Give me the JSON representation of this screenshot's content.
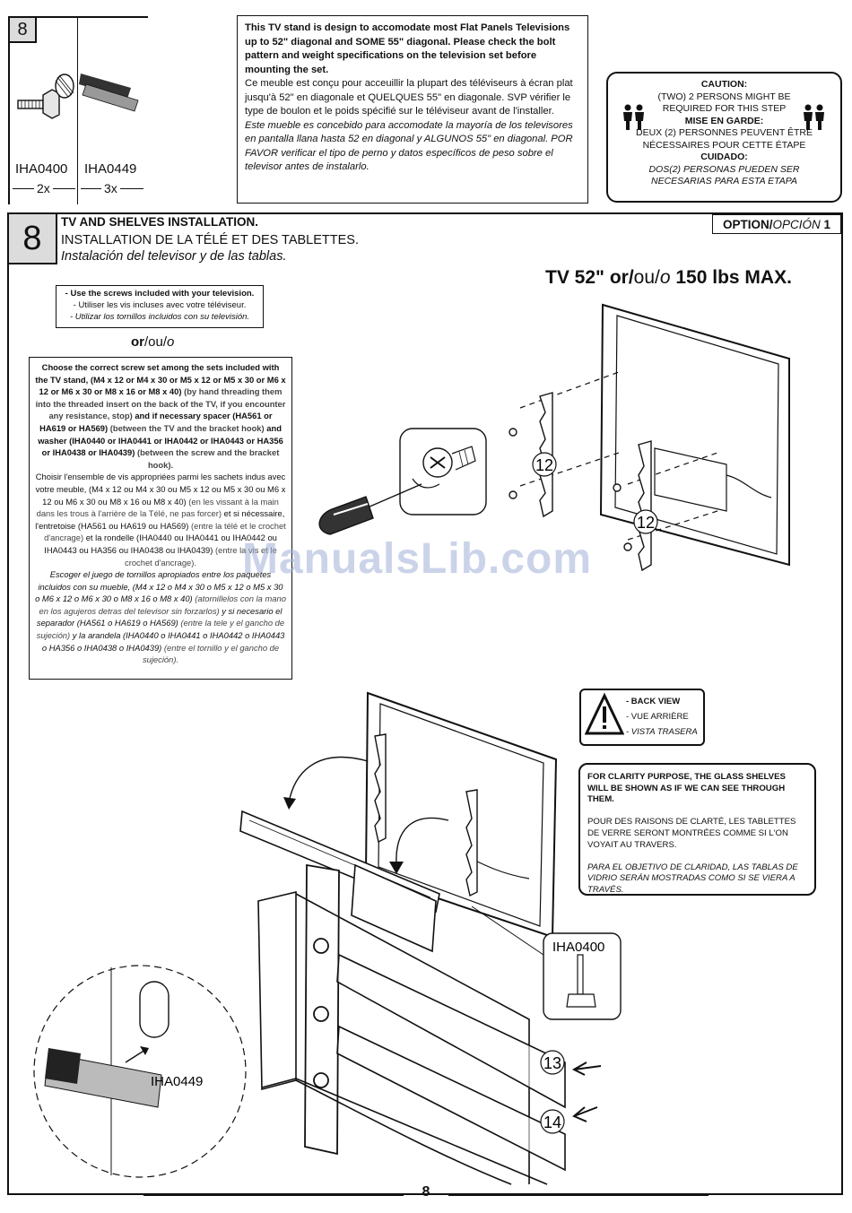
{
  "parts_panel": {
    "step": "8",
    "parts": [
      {
        "code": "IHA0400",
        "qty": "2x"
      },
      {
        "code": "IHA0449",
        "qty": "3x"
      }
    ]
  },
  "notice": {
    "en": "This TV stand is design to accomodate most Flat Panels Televisions up to 52\" diagonal and SOME 55\" diagonal. Please check the bolt pattern and weight specifications on the television set before mounting the set.",
    "fr": "Ce meuble est conçu pour acceuillir la plupart des téléviseurs à écran plat jusqu'à 52\" en diagonale et QUELQUES 55\" en diagonale. SVP vérifier le type de boulon et le poids spécifié sur le téléviseur avant de l'installer.",
    "es": "Este mueble es concebido para accomodate la mayoría de los televisores en pantalla llana hasta 52 en diagonal y ALGUNOS 55\" en diagonal. POR FAVOR verificar el tipo de perno y datos específicos de peso sobre el televisor antes de instalarlo."
  },
  "caution": {
    "h_en": "CAUTION:",
    "t_en": "(TWO) 2 PERSONS MIGHT BE REQUIRED FOR THIS STEP",
    "h_fr": "MISE EN GARDE:",
    "t_fr": "DEUX (2) PERSONNES PEUVENT ÊTRE NÉCESSAIRES POUR CETTE ÉTAPE",
    "h_es": "CUIDADO:",
    "t_es": "DOS(2) PERSONAS PUEDEN SER NECESARIAS PARA ESTA ETAPA"
  },
  "step": {
    "number": "8",
    "title_en": "TV AND SHELVES INSTALLATION.",
    "title_fr": "INSTALLATION DE LA TÉLÉ ET DES TABLETTES.",
    "title_es": "Instalación del televisor y de las tablas.",
    "option_en": "OPTION/",
    "option_es": "OPCIÓN",
    "option_num": " 1",
    "max_a": "TV 52\" or/",
    "max_b": "ou/",
    "max_c": "o",
    "max_d": " 150 lbs MAX."
  },
  "screw_note": {
    "en": "- Use the screws included with your television.",
    "fr": "- Utiliser les vis incluses avec votre téléviseur.",
    "es": "- Utilizar los tornillos incluidos con su televisión."
  },
  "or_label": {
    "a": "or",
    "b": "/ou/",
    "c": "o"
  },
  "instructions": {
    "en_main": "Choose the correct screw set among the sets included with the TV stand, (M4 x 12 or M4 x 30 or M5 x 12 or M5 x 30 or M6 x 12 or M6 x 30 or M8 x 16 or M8 x 40)",
    "en_note1": " (by hand threading them into the threaded insert on the back of the TV, if you encounter any resistance, stop)",
    "en_mid": " and if necessary spacer (HA561 or HA619 or HA569)",
    "en_note2": " (between the TV and the bracket hook)",
    "en_mid2": " and washer (IHA0440 or IHA0441 or IHA0442 or IHA0443 or HA356 or IHA0438 or IHA0439)",
    "en_note3": " (between the screw and the bracket hook).",
    "fr_main": "Choisir l'ensemble de vis appropriées parmi les sachets indus avec votre meuble, (M4 x 12 ou M4 x 30 ou M5 x 12 ou M5 x 30 ou M6 x 12 ou M6 x 30 ou M8 x 16 ou M8 x 40)",
    "fr_note1": " (en les vissant à la main dans les trous à l'arrière de la Télé, ne pas forcer)",
    "fr_mid": " et si nécessaire, l'entretoise (HA561 ou HA619 ou HA569)",
    "fr_note2": " (entre la télé et le crochet d'ancrage)",
    "fr_mid2": " et la rondelle (IHA0440 ou IHA0441 ou IHA0442 ou IHA0443 ou HA356 ou IHA0438 ou IHA0439)",
    "fr_note3": " (entre la vis et le crochet d'ancrage).",
    "es_main": "Escoger el juego de tornillos apropiados entre los paquetes incluidos con su mueble, (M4 x 12 o M4 x 30 o M5 x 12 o M5 x 30 o M6 x 12 o M6 x 30 o M8 x 16 o M8 x 40)",
    "es_note1": " (atornillelos con la mano en los agujeros detras del televisor sin forzarlos)",
    "es_mid": " y si necesario el separador (HA561 o HA619 o HA569)",
    "es_note2": " (entre la tele y el gancho de sujeción)",
    "es_mid2": " y la arandela (IHA0440 o IHA0441 o IHA0442 o IHA0443 o HA356 o IHA0438 o IHA0439)",
    "es_note3": " (entre el tornillo y el gancho de sujeción)."
  },
  "back_view": {
    "en": "- BACK VIEW",
    "fr": "- VUE ARRIÈRE",
    "es": "- VISTA TRASERA"
  },
  "clarity": {
    "en": "FOR CLARITY PURPOSE, THE GLASS SHELVES WILL BE SHOWN AS IF WE CAN SEE THROUGH THEM.",
    "fr": "POUR DES RAISONS DE CLARTÉ, LES TABLETTES DE VERRE SERONT MONTRÉES COMME SI L'ON VOYAIT AU TRAVERS.",
    "es": "PARA EL OBJETIVO DE CLARIDAD, LAS TABLAS DE VIDRIO SERÁN MOSTRADAS COMO SI SE VIERA A TRAVÉS."
  },
  "diagram_labels": {
    "bracket_num": "12",
    "shelf_top": "13",
    "shelf_bottom": "14",
    "leveler_part": "IHA0400",
    "strap_part": "IHA0449"
  },
  "watermark": "ManualsLib.com",
  "page_number": "8"
}
